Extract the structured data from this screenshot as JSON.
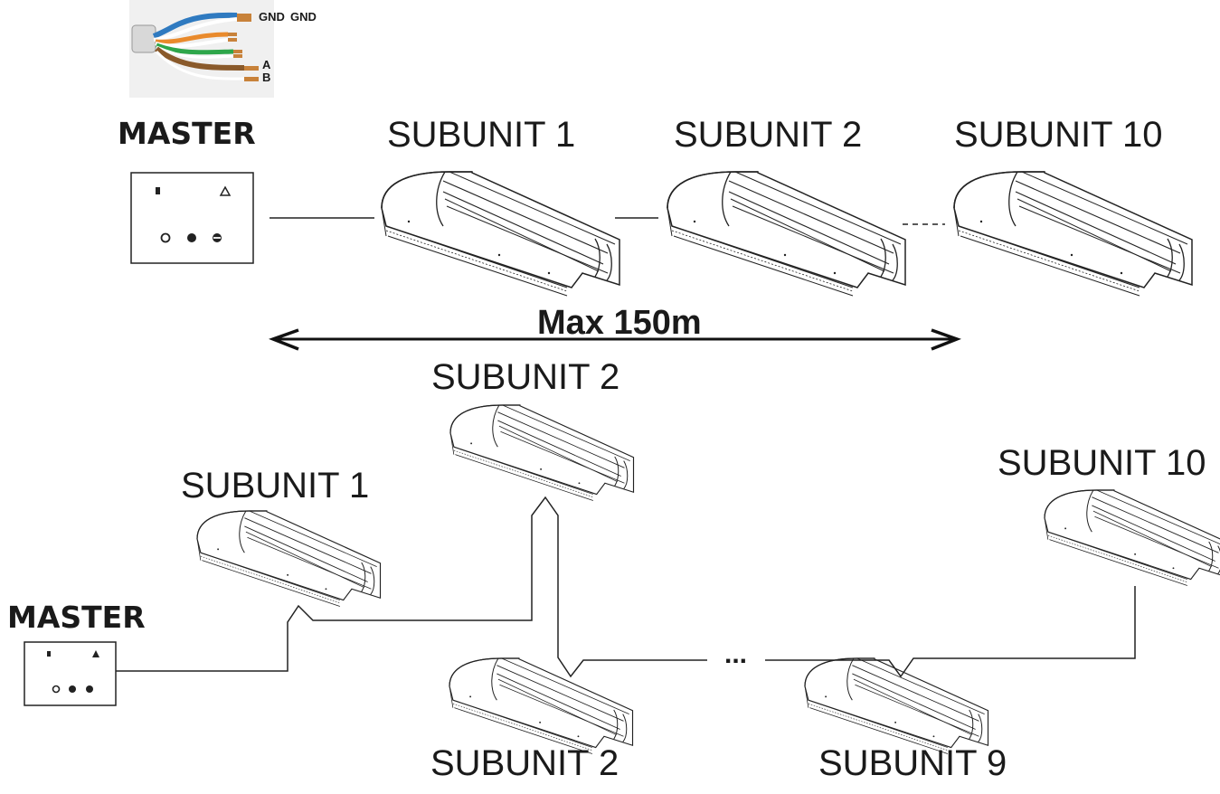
{
  "cable_legend": {
    "gnd_1": "GND",
    "gnd_2": "GND",
    "a": "A",
    "b": "B"
  },
  "top_layout": {
    "master_label": "MASTER",
    "unit_1_label": "SUBUNIT 1",
    "unit_2_label": "SUBUNIT 2",
    "unit_3_label": "SUBUNIT 10",
    "max_distance": "Max 150m"
  },
  "bottom_layout": {
    "master_label": "MASTER",
    "unit_upper_left_label": "SUBUNIT 1",
    "unit_upper_mid_label": "SUBUNIT 2",
    "unit_upper_right_label": "SUBUNIT 10",
    "unit_lower_left_label": "SUBUNIT 2",
    "unit_lower_right_label": "SUBUNIT 9",
    "ellipsis": "..."
  }
}
